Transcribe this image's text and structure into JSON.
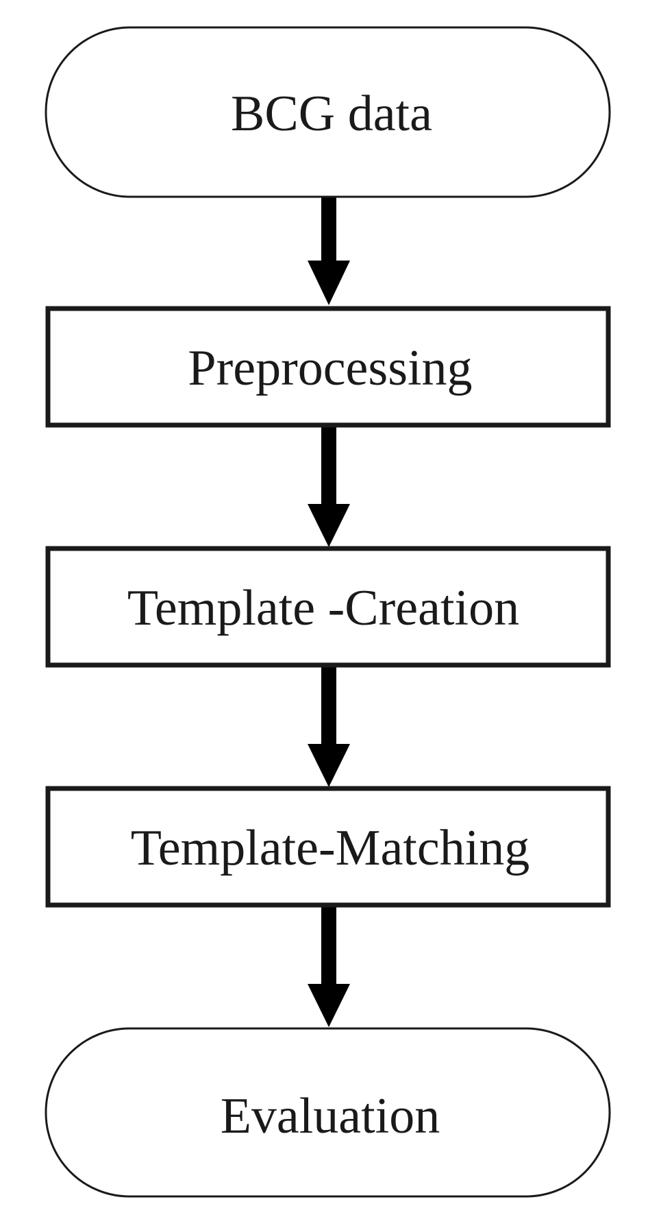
{
  "flowchart": {
    "nodes": [
      {
        "id": "bcg-data",
        "shape": "terminal",
        "label": "BCG data"
      },
      {
        "id": "preprocessing",
        "shape": "process",
        "label": "Preprocessing"
      },
      {
        "id": "template-creation",
        "shape": "process",
        "label": "Template -Creation"
      },
      {
        "id": "template-matching",
        "shape": "process",
        "label": "Template-Matching"
      },
      {
        "id": "evaluation",
        "shape": "terminal",
        "label": "Evaluation"
      }
    ],
    "edges": [
      {
        "from": "bcg-data",
        "to": "preprocessing"
      },
      {
        "from": "preprocessing",
        "to": "template-creation"
      },
      {
        "from": "template-creation",
        "to": "template-matching"
      },
      {
        "from": "template-matching",
        "to": "evaluation"
      }
    ]
  }
}
